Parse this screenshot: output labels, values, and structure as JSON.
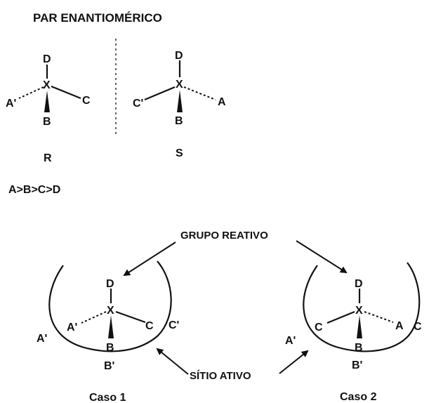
{
  "title": "PAR ENANTIOMÉRICO",
  "top_pair": {
    "left": {
      "D": "D",
      "X": "X",
      "A": "A'",
      "C": "C",
      "B": "B",
      "config": "R"
    },
    "right": {
      "D": "D",
      "X": "X",
      "C": "C'",
      "A": "A",
      "B": "B",
      "config": "S"
    }
  },
  "priority": "A>B>C>D",
  "bottom": {
    "grupo_reativo": "GRUPO REATIVO",
    "sitio_ativo": "SÍTIO ATIVO",
    "caso1": {
      "name": "Caso 1",
      "D": "D",
      "X": "X",
      "A": "A'",
      "C": "C",
      "B": "B",
      "site_A": "A'",
      "site_C": "C'",
      "site_B": "B'"
    },
    "caso2": {
      "name": "Caso 2",
      "D": "D",
      "X": "X",
      "C": "C",
      "A": "A",
      "B": "B",
      "site_A": "A'",
      "site_C": "C",
      "site_B": "B'"
    }
  }
}
